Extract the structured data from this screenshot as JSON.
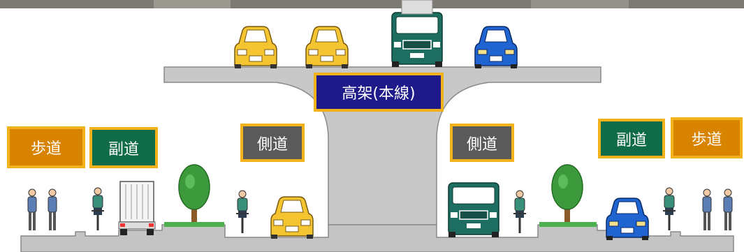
{
  "labels": {
    "elevated_main": "高架(本線)",
    "side_left": "側道",
    "side_right": "側道",
    "frontage_left": "副道",
    "frontage_right": "副道",
    "sidewalk_left": "歩道",
    "sidewalk_right": "歩道"
  },
  "colors": {
    "elevated_label": "#1f1a8a",
    "side_label": "#5a5a5a",
    "frontage_label": "#0f6b48",
    "sidewalk_label": "#d98400",
    "label_border": "#f2b21c",
    "concrete": "#c8c8c8",
    "ground": "#c4c4c4",
    "median_green": "#4caf50",
    "tree": "#3c9a3c"
  },
  "icons": [
    "yellow-car-icon",
    "green-truck-icon",
    "blue-car-icon",
    "white-box-truck-icon",
    "tree-icon",
    "cyclist-icon",
    "pedestrian-icon"
  ]
}
